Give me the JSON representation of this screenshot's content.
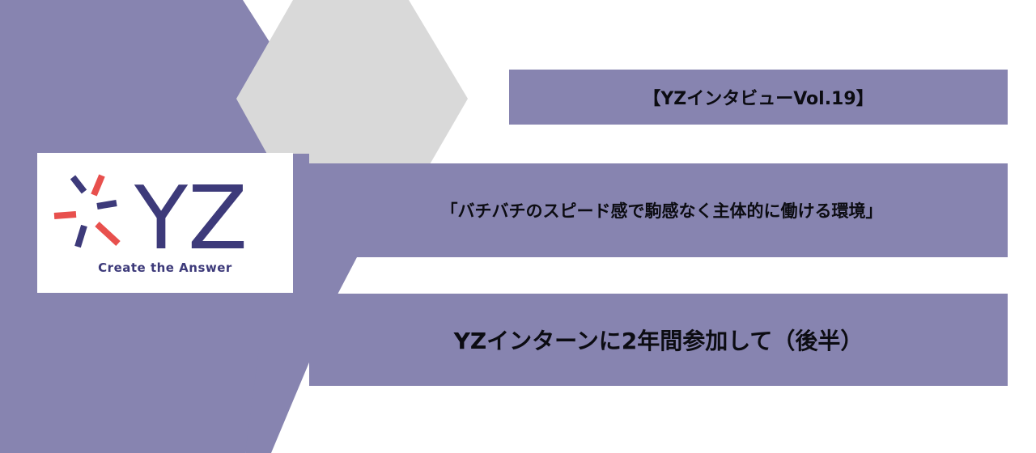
{
  "colors": {
    "purple": "#8784b0",
    "gray_hexagon": "#d9d9d9",
    "logo_navy": "#3d3a7a",
    "logo_red": "#e8504d",
    "text": "#0c0c12"
  },
  "logo": {
    "mark_text": "YZ",
    "tagline": "Create the Answer"
  },
  "headline": {
    "series": "【YZインタビューVol.19】",
    "quote": "「バチバチのスピード感で駒感なく主体的に働ける環境」",
    "title": "YZインターンに2年間参加して（後半）"
  }
}
